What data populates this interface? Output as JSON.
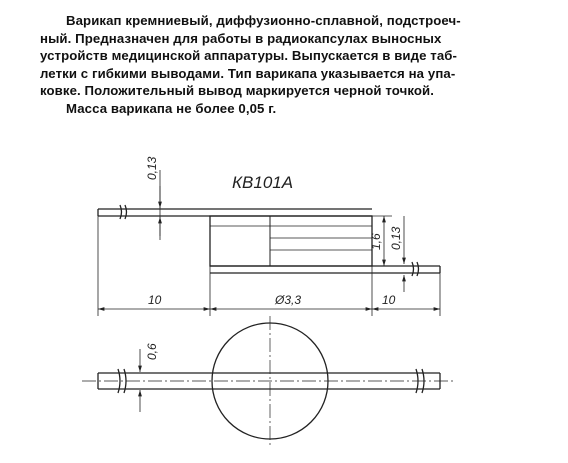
{
  "description": {
    "paragraph_lines": [
      "Варикап кремниевый, диффузионно-сплавной, подстроеч-",
      "ный. Предназначен для работы в радиокапсулах выносных",
      "устройств медицинской аппаратуры. Выпускается в виде таб-",
      "летки с гибкими выводами. Тип варикапа указывается на упа-",
      "ковке. Положительный вывод маркируется черной точкой."
    ],
    "mass_note": "Масса варикапа не более 0,05 г."
  },
  "drawing": {
    "title": "КВ101А",
    "dimensions": {
      "lead_thickness_top": "0,13",
      "height": "1,6",
      "lead_thickness_right": "0,13",
      "left_lead_length": "10",
      "diameter": "Ø3,3",
      "right_lead_length": "10",
      "lead_width": "0,6"
    }
  }
}
